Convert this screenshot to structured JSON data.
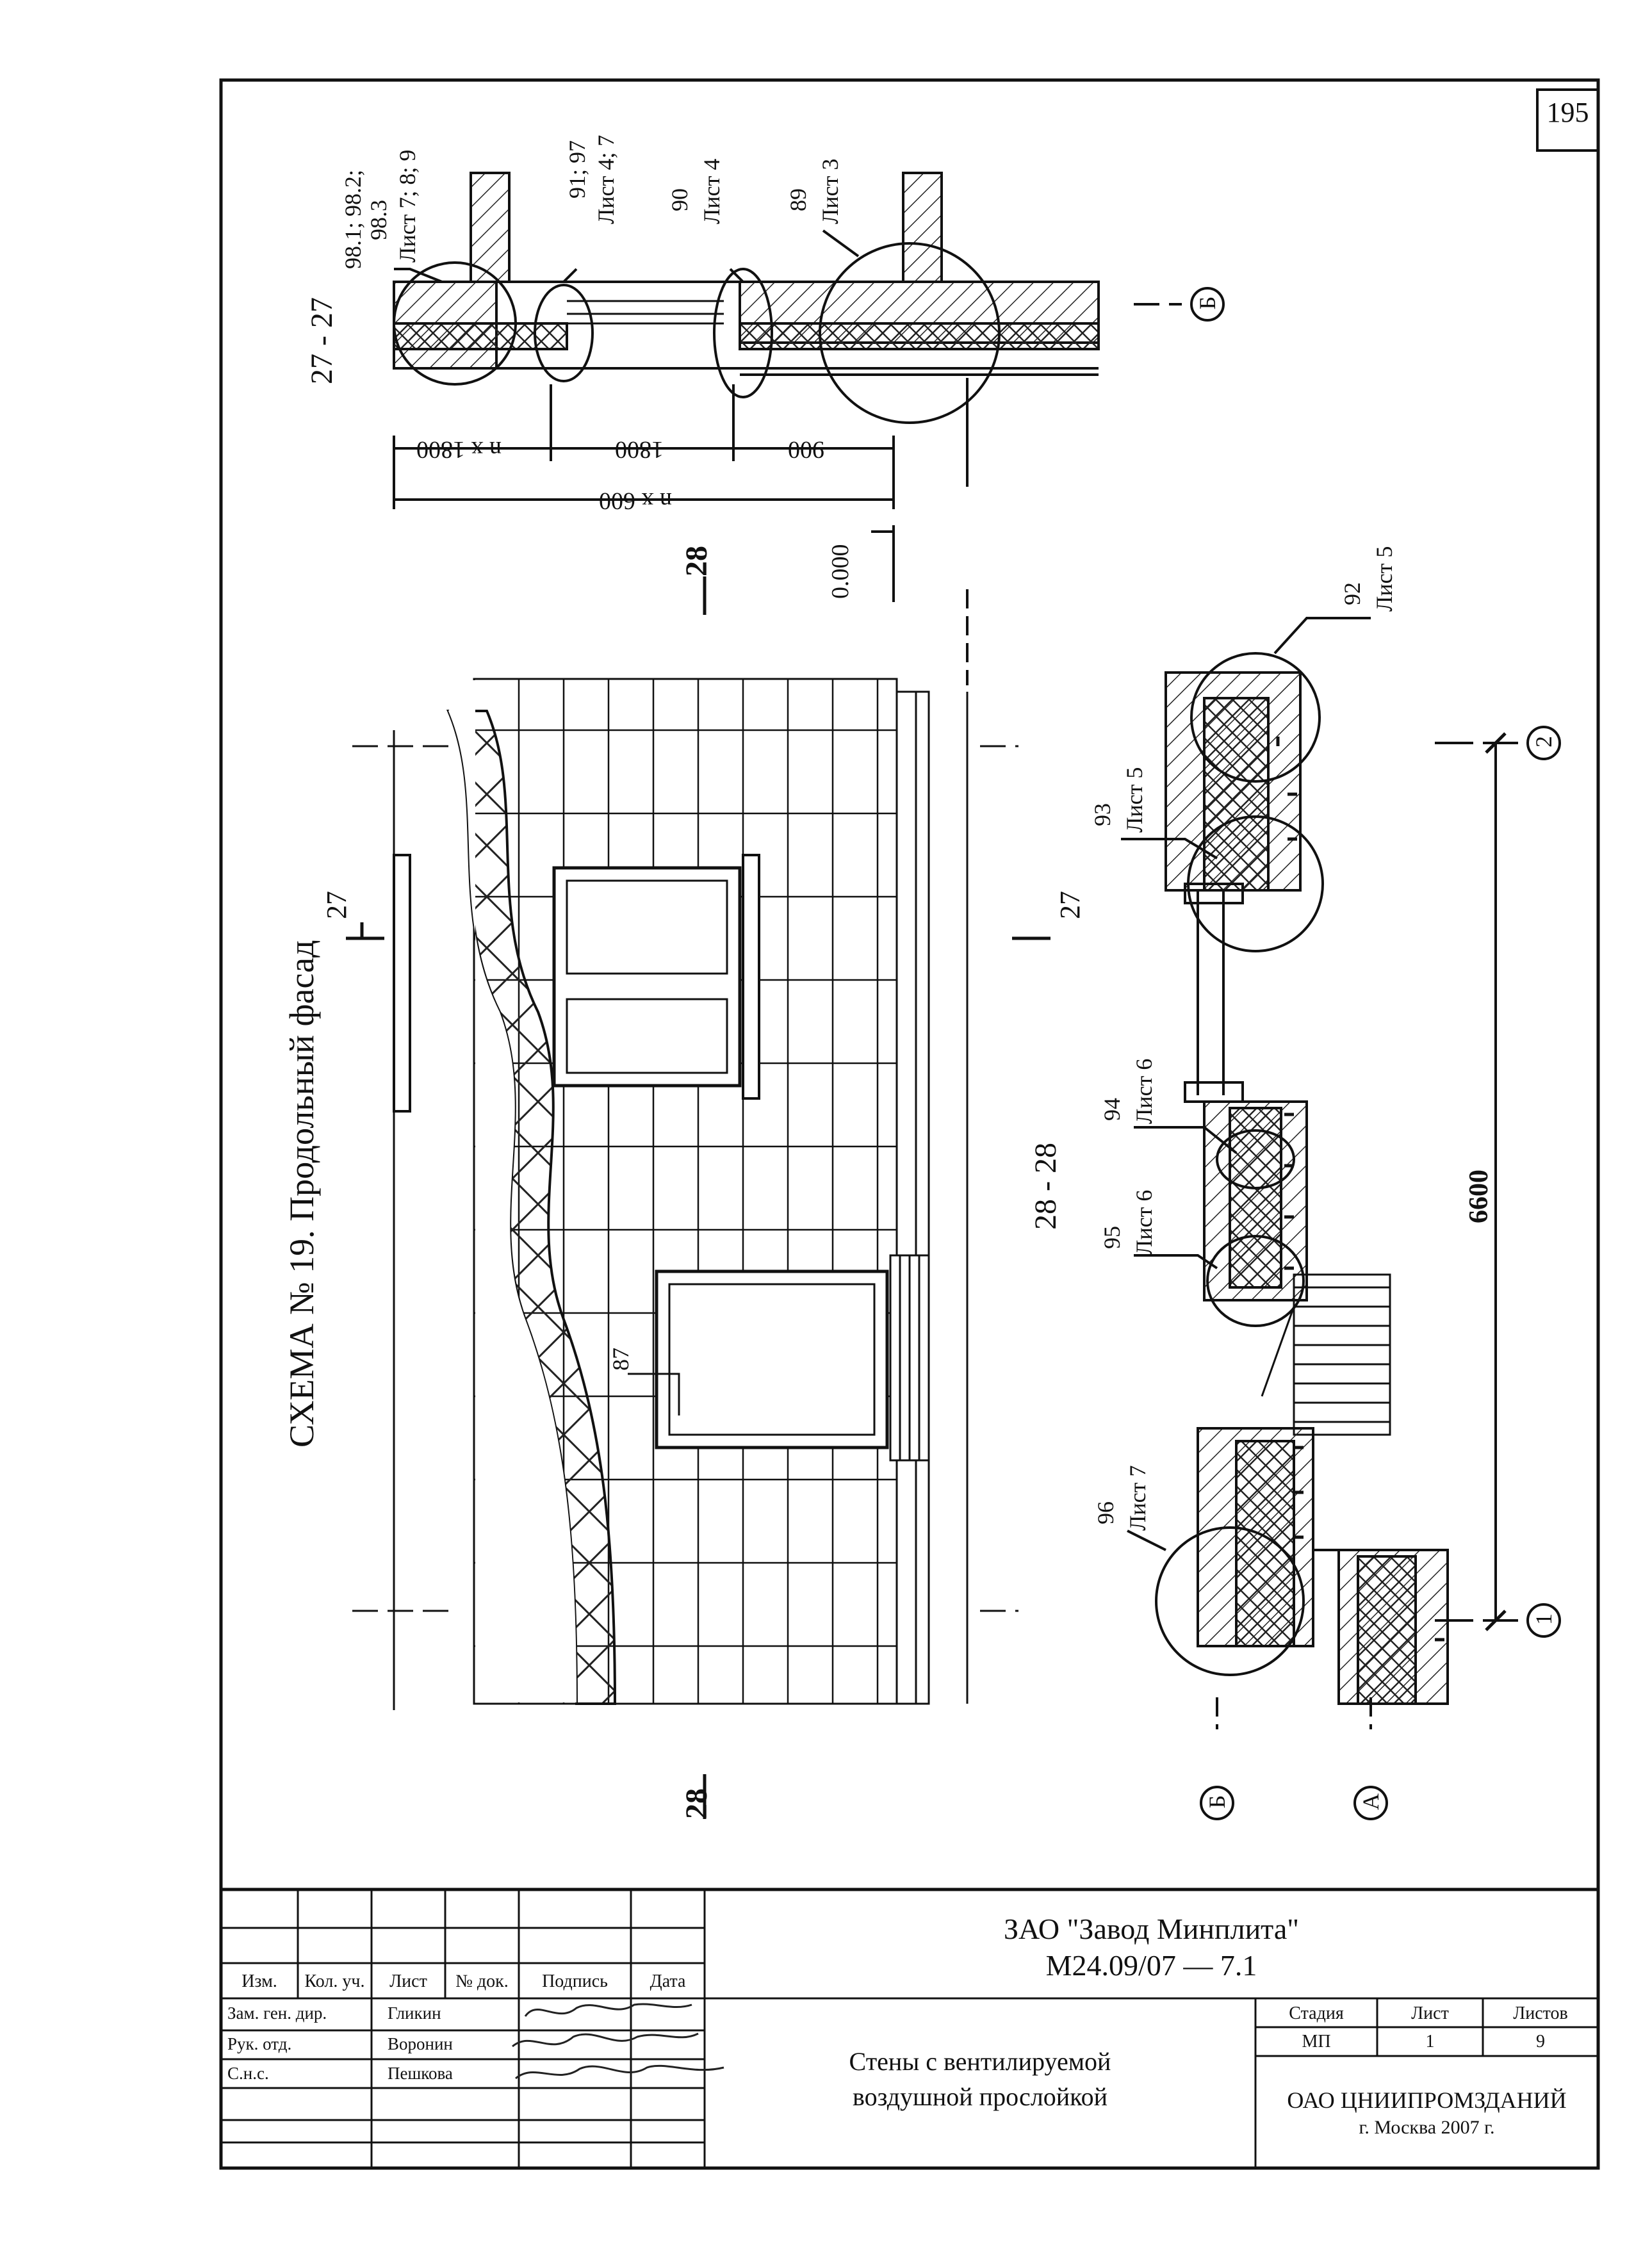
{
  "sheet_number": "195",
  "schema_title": "СХЕМА № 19. Продольный фасад",
  "section_labels": {
    "s27": "27 - 27",
    "s28": "28 - 28",
    "cut27": "27",
    "cut28": "28"
  },
  "axes": {
    "one": "1",
    "two": "2",
    "a": "А",
    "b": "Б"
  },
  "dimensions": {
    "n1800": "n x 1800",
    "d1800": "1800",
    "d900": "900",
    "n600": "n x 600",
    "level": "0.000",
    "d6600": "6600"
  },
  "callouts": [
    {
      "num": "98.1; 98.2;",
      "num2": "98.3",
      "sheet": "Лист 7; 8; 9"
    },
    {
      "num": "91; 97",
      "sheet": "Лист 4; 7"
    },
    {
      "num": "90",
      "sheet": "Лист 4"
    },
    {
      "num": "89",
      "sheet": "Лист 3"
    },
    {
      "num": "92",
      "sheet": "Лист 5"
    },
    {
      "num": "93",
      "sheet": "Лист 5"
    },
    {
      "num": "94",
      "sheet": "Лист 6"
    },
    {
      "num": "95",
      "sheet": "Лист 6"
    },
    {
      "num": "96",
      "sheet": "Лист 7"
    },
    {
      "num": "87"
    }
  ],
  "title_block": {
    "company": "ЗАО \"Завод Минплита\"",
    "code": "М24.09/07  —  7.1",
    "header": [
      "Изм.",
      "Кол. уч.",
      "Лист",
      "№ док.",
      "Подпись",
      "Дата"
    ],
    "rows": [
      {
        "role": "Зам. ген. дир.",
        "name": "Гликин"
      },
      {
        "role": "Рук. отд.",
        "name": "Воронин"
      },
      {
        "role": "С.н.с.",
        "name": "Пешкова"
      }
    ],
    "doc_title_line1": "Стены с вентилируемой",
    "doc_title_line2": "воздушной прослойкой",
    "stage_header": [
      "Стадия",
      "Лист",
      "Листов"
    ],
    "stage_values": [
      "МП",
      "1",
      "9"
    ],
    "org": "ОАО ЦНИИПРОМЗДАНИЙ",
    "city_year": "г. Москва 2007 г."
  }
}
